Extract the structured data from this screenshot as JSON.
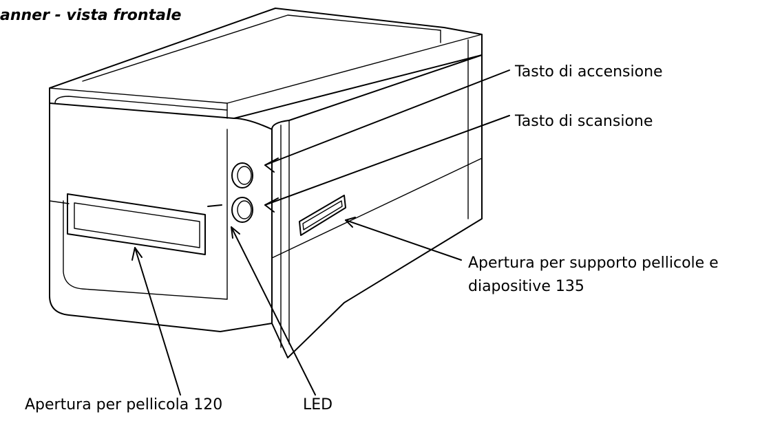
{
  "title": "anner - vista frontale",
  "labels": {
    "power_button": "Tasto di accensione",
    "scan_button": "Tasto di scansione",
    "holder_slot_line1": "Apertura per supporto pellicole e",
    "holder_slot_line2": "diapositive 135",
    "film_120_slot": "Apertura per pellicola 120",
    "led": "LED"
  }
}
